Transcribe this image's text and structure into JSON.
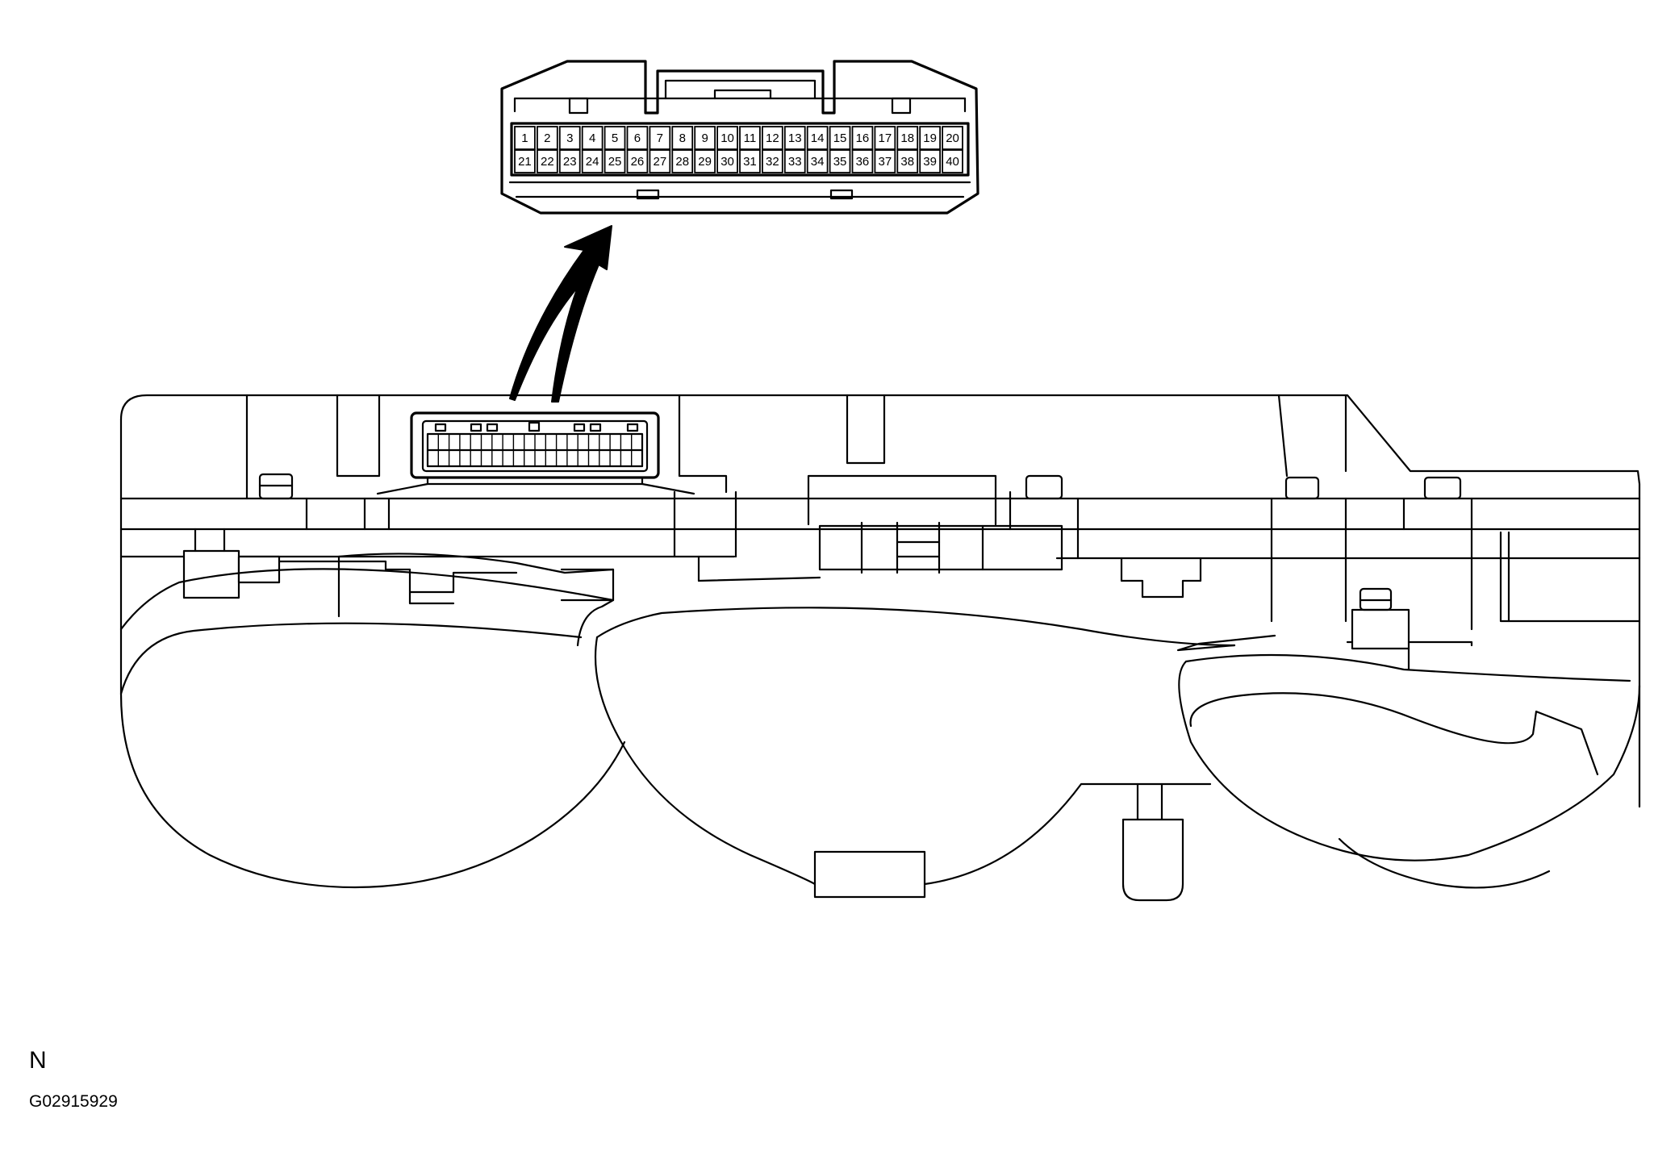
{
  "connector": {
    "pins_top_row": [
      "1",
      "2",
      "3",
      "4",
      "5",
      "6",
      "7",
      "8",
      "9",
      "10",
      "11",
      "12",
      "13",
      "14",
      "15",
      "16",
      "17",
      "18",
      "19",
      "20"
    ],
    "pins_bottom_row": [
      "21",
      "22",
      "23",
      "24",
      "25",
      "26",
      "27",
      "28",
      "29",
      "30",
      "31",
      "32",
      "33",
      "34",
      "35",
      "36",
      "37",
      "38",
      "39",
      "40"
    ]
  },
  "labels": {
    "view_code": "N",
    "figure_id": "G02915929"
  }
}
